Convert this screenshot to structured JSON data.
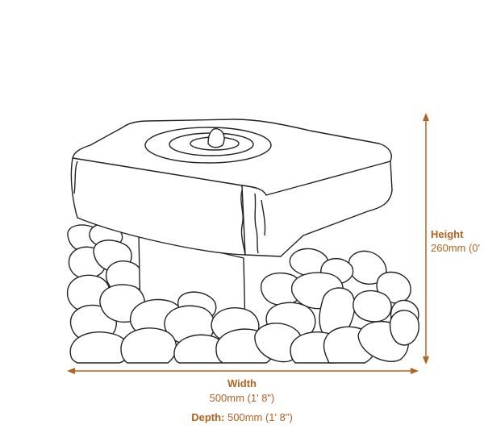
{
  "dimensions": {
    "height": {
      "label": "Height",
      "value": "260mm (0'"
    },
    "width": {
      "label": "Width",
      "value": "500mm (1' 8\")"
    },
    "depth": {
      "label": "Depth:",
      "value": "500mm (1' 8\")"
    }
  },
  "colors": {
    "dimension": "#b5621f",
    "outline": "#222222"
  }
}
